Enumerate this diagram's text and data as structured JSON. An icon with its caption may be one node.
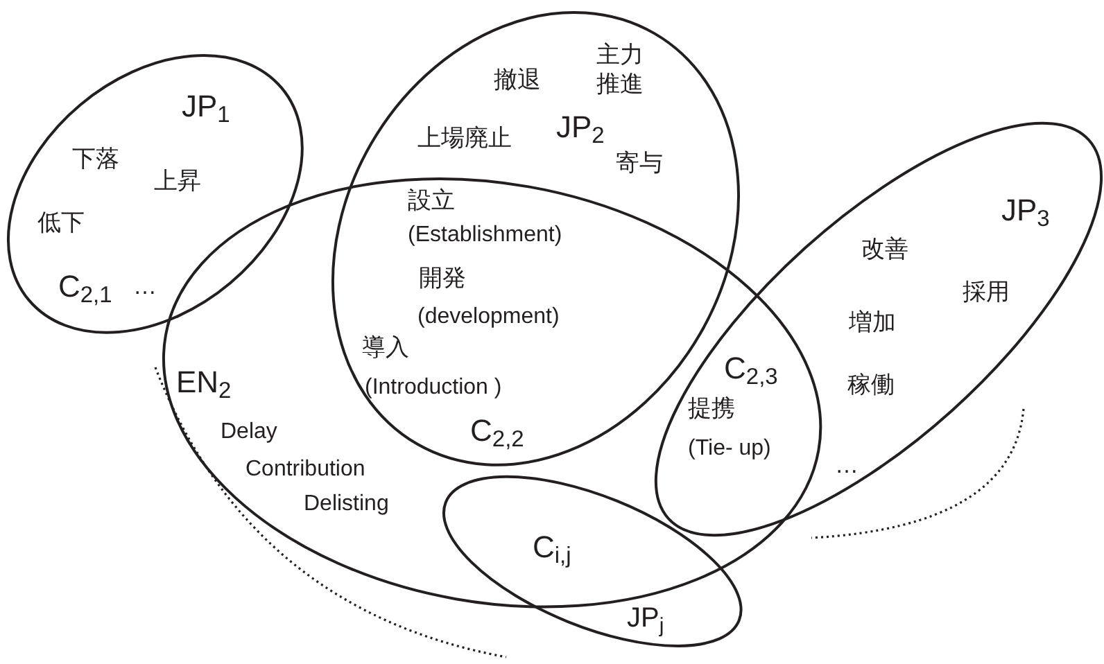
{
  "diagram": {
    "nodes": [
      {
        "text": [
          "JP$_{1}$",
          "下落",
          "上昇",
          "低下",
          "C$_{2,1}$",
          "…"
        ]
      },
      {
        "text": [
          "撤退",
          "主力推進",
          "JP$_{2}$",
          "上場廃止",
          "寄与"
        ]
      },
      {
        "text": [
          "EN$_{2}$",
          "Delay",
          "Contribution",
          "Delisting"
        ]
      },
      {
        "text": [
          "JP$_{3}$",
          "改善",
          "採用",
          "増加",
          "稼働",
          "…"
        ]
      },
      {
        "text": [
          "JP$_{j}$"
        ]
      }
    ],
    "labels": [
      "設立",
      "(Establishment)",
      "開発",
      "(development)",
      "導入",
      "(Introduction )",
      "C$_{2,2}$",
      "C$_{2,3}$",
      "提携",
      "(Tie- up)",
      "C$_{i,j}$"
    ]
  }
}
